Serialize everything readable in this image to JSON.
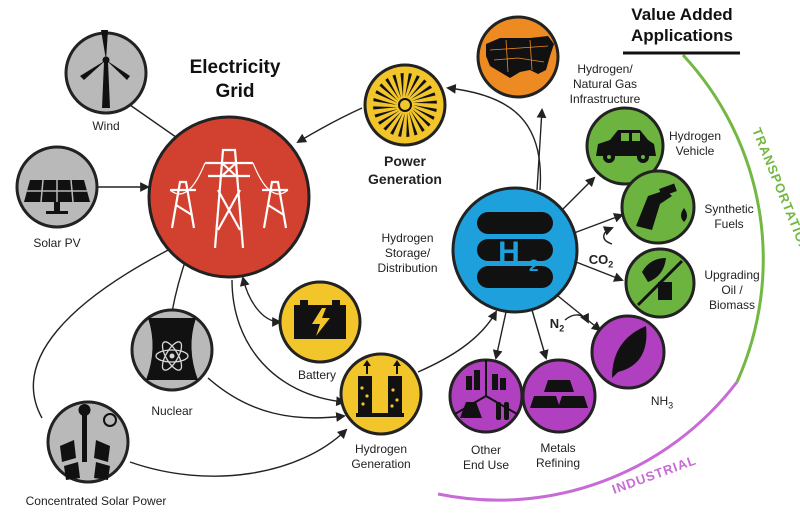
{
  "title": "Value Added Applications",
  "grid": {
    "title_line1": "Electricity",
    "title_line2": "Grid"
  },
  "h2": {
    "label": "H2"
  },
  "nodes": {
    "wind": "Wind",
    "solar_pv": "Solar PV",
    "nuclear": "Nuclear",
    "csp": "Concentrated Solar Power",
    "battery": "Battery",
    "power_generation": [
      "Power",
      "Generation"
    ],
    "hydrogen_generation": [
      "Hydrogen",
      "Generation"
    ],
    "storage": [
      "Hydrogen",
      "Storage/",
      "Distribution"
    ],
    "infrastructure": [
      "Hydrogen/",
      "Natural Gas",
      "Infrastructure"
    ],
    "vehicle": [
      "Hydrogen",
      "Vehicle"
    ],
    "synthetic_fuels": [
      "Synthetic",
      "Fuels"
    ],
    "upgrading": [
      "Upgrading",
      "Oil /",
      "Biomass"
    ],
    "nh3": "NH3",
    "metals": [
      "Metals",
      "Refining"
    ],
    "other": [
      "Other",
      "End Use"
    ]
  },
  "reagents": {
    "co2": "CO2",
    "n2": "N2"
  },
  "arcs": {
    "transportation": "TRANSPORTATION",
    "industrial": "INDUSTRIAL"
  },
  "colors": {
    "grid": "#d2402f",
    "h2": "#1ea0dc",
    "green": "#6cb33f",
    "purple": "#b040c0",
    "gold": "#f2c52b",
    "orange": "#ee8a22",
    "gray": "#b9b9b9",
    "transportation": "#73b842",
    "industrial": "#c86bd6"
  }
}
